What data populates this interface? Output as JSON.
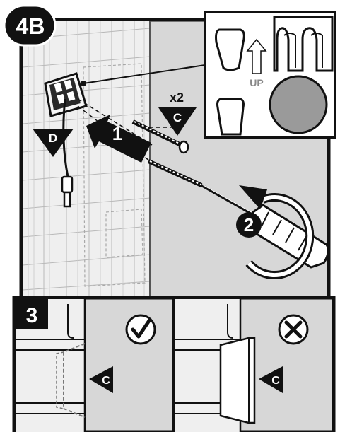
{
  "step_main": {
    "label": "4B"
  },
  "step_sub": {
    "label": "3"
  },
  "screw": {
    "quantity": "x2",
    "part_letter": "C"
  },
  "bracket": {
    "part_letter": "D"
  },
  "arrows": {
    "first": "1",
    "second": "2"
  },
  "detail": {
    "direction_label": "UP"
  },
  "panels": {
    "correct_icon": "check-icon",
    "incorrect_icon": "cross-icon",
    "correct_part_letter": "C",
    "incorrect_part_letter": "C"
  },
  "colors": {
    "ink": "#111111",
    "wall": "#d6d6d6",
    "tile": "#eeeeee",
    "paper": "#ffffff"
  }
}
